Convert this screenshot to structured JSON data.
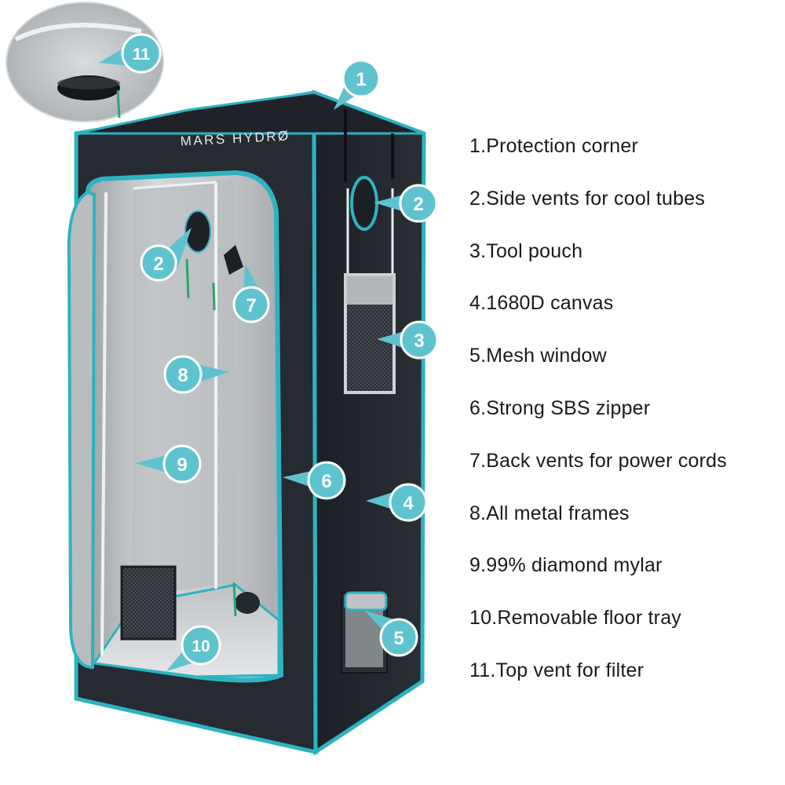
{
  "brand": {
    "logo_text": "MARS HYDRØ"
  },
  "features": [
    "1.Protection corner",
    "2.Side vents for cool tubes",
    "3.Tool pouch",
    "4.1680D canvas",
    "5.Mesh window",
    "6.Strong SBS zipper",
    "7.Back vents for power cords",
    "8.All metal frames",
    "9.99% diamond mylar",
    "10.Removable floor tray",
    "11.Top vent for filter"
  ],
  "callouts": [
    {
      "number": "1"
    },
    {
      "number": "2"
    },
    {
      "number": "2"
    },
    {
      "number": "3"
    },
    {
      "number": "4"
    },
    {
      "number": "5"
    },
    {
      "number": "6"
    },
    {
      "number": "7"
    },
    {
      "number": "8"
    },
    {
      "number": "9"
    },
    {
      "number": "10"
    },
    {
      "number": "11"
    }
  ],
  "colors": {
    "accent_teal": "#2db3c0",
    "callout_fill": "#5fc3cf",
    "tent_fabric": "#23272e",
    "mylar": "#c9cdd0",
    "text": "#1a1a1a"
  }
}
